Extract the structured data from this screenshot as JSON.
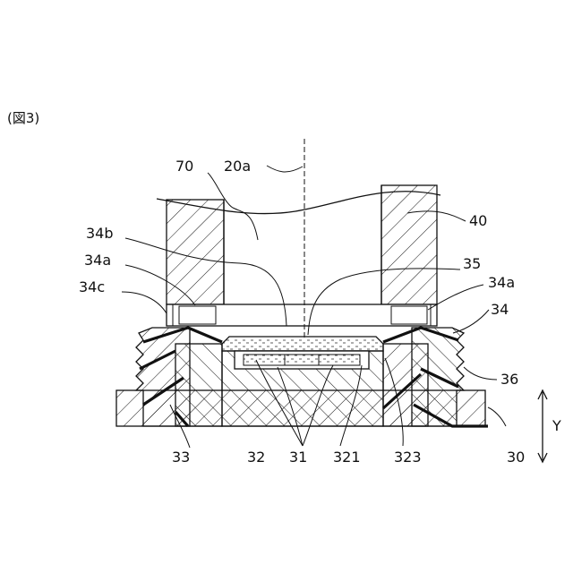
{
  "caption": "(図3)",
  "labels": {
    "l70": "70",
    "l20a": "20a",
    "l40": "40",
    "l34b": "34b",
    "l34a_left": "34a",
    "l34c": "34c",
    "l35": "35",
    "l34a_right": "34a",
    "l34": "34",
    "l36": "36",
    "l33": "33",
    "l32": "32",
    "l31": "31",
    "l321": "321",
    "l323": "323",
    "l30": "30",
    "lY": "Y"
  }
}
